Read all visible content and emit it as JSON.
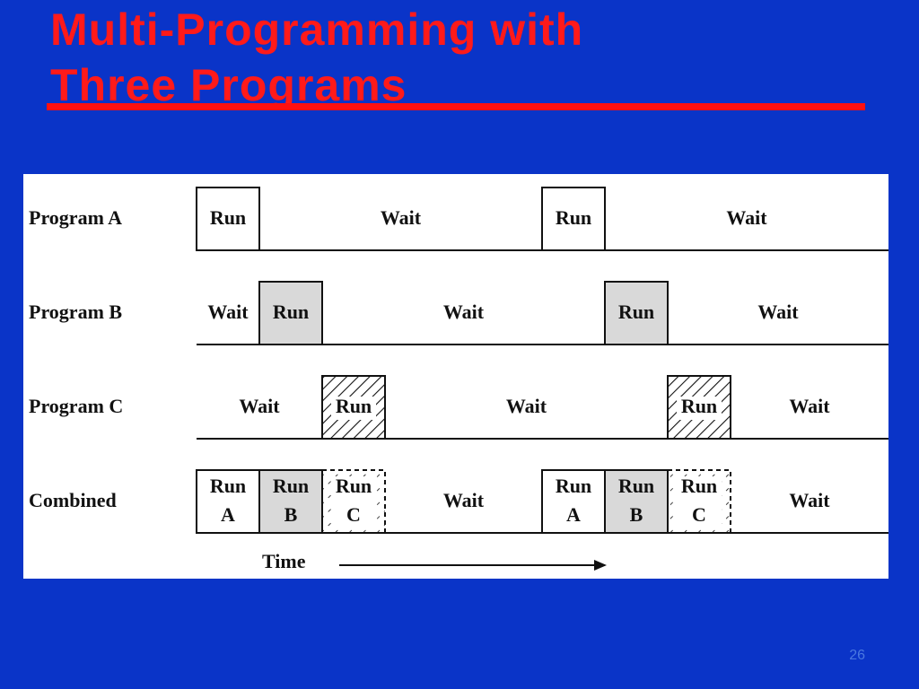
{
  "slide": {
    "title_line1": "Multi-Programming with",
    "title_line2": "Three Programs",
    "page_number": "26"
  },
  "diagram": {
    "rows": [
      {
        "label": "Program A",
        "segments": [
          {
            "type": "run",
            "style": "plain",
            "text": [
              "Run"
            ]
          },
          {
            "type": "wait",
            "text": [
              "Wait"
            ]
          },
          {
            "type": "run",
            "style": "plain",
            "text": [
              "Run"
            ]
          },
          {
            "type": "wait",
            "text": [
              "Wait"
            ]
          }
        ]
      },
      {
        "label": "Program B",
        "segments": [
          {
            "type": "wait",
            "text": [
              "Wait"
            ]
          },
          {
            "type": "run",
            "style": "gray",
            "text": [
              "Run"
            ]
          },
          {
            "type": "wait",
            "text": [
              "Wait"
            ]
          },
          {
            "type": "run",
            "style": "gray",
            "text": [
              "Run"
            ]
          },
          {
            "type": "wait",
            "text": [
              "Wait"
            ]
          }
        ]
      },
      {
        "label": "Program C",
        "segments": [
          {
            "type": "wait",
            "text": [
              "Wait"
            ]
          },
          {
            "type": "run",
            "style": "hatch",
            "text": [
              "Run"
            ]
          },
          {
            "type": "wait",
            "text": [
              "Wait"
            ]
          },
          {
            "type": "run",
            "style": "hatch",
            "text": [
              "Run"
            ]
          },
          {
            "type": "wait",
            "text": [
              "Wait"
            ]
          }
        ]
      },
      {
        "label": "Combined",
        "segments": [
          {
            "type": "run",
            "style": "plain",
            "text": [
              "Run",
              "A"
            ]
          },
          {
            "type": "run",
            "style": "gray",
            "text": [
              "Run",
              "B"
            ]
          },
          {
            "type": "run",
            "style": "dashed",
            "text": [
              "Run",
              "C"
            ]
          },
          {
            "type": "wait",
            "text": [
              "Wait"
            ]
          },
          {
            "type": "run",
            "style": "plain",
            "text": [
              "Run",
              "A"
            ]
          },
          {
            "type": "run",
            "style": "gray",
            "text": [
              "Run",
              "B"
            ]
          },
          {
            "type": "run",
            "style": "dashed",
            "text": [
              "Run",
              "C"
            ]
          },
          {
            "type": "wait",
            "text": [
              "Wait"
            ]
          }
        ]
      }
    ],
    "time_label": "Time",
    "colors": {
      "background": "#0a34c8",
      "title": "#ff1a1a",
      "gray_run": "#d9d9d9"
    }
  }
}
